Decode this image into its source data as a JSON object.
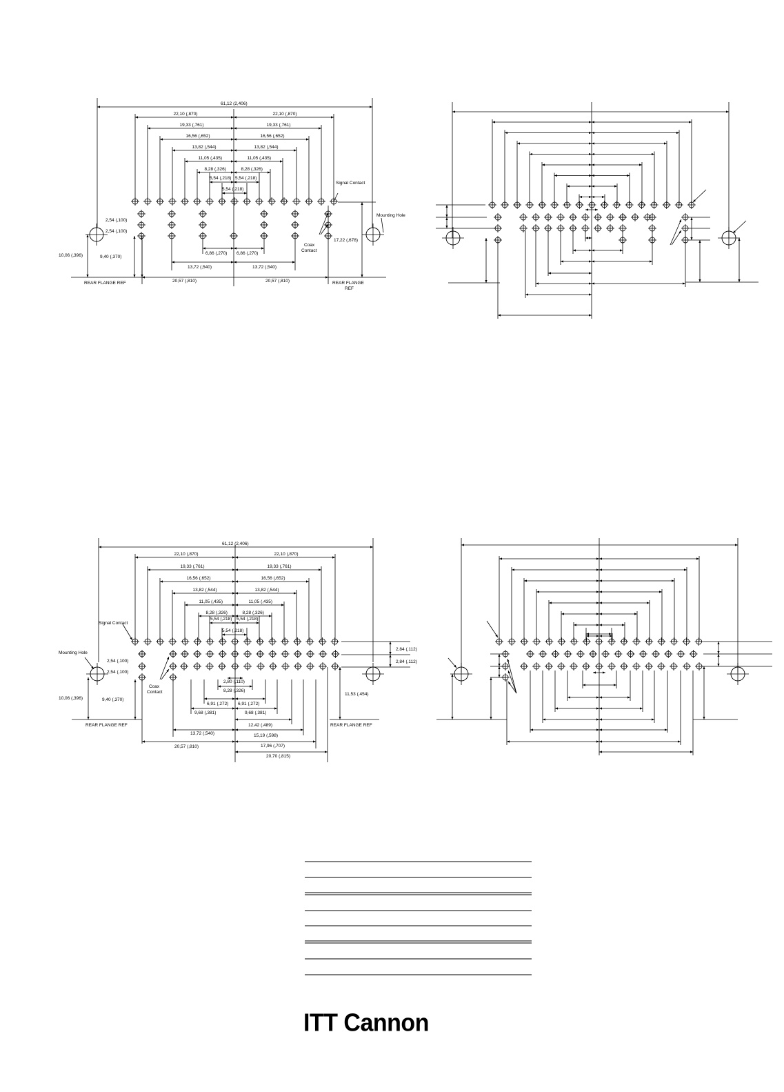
{
  "drawings": {
    "top_left": {
      "overall": "61,12 (2,406)",
      "half_dims": [
        "22,10 (,870)",
        "19,33 (,761)",
        "16,56 (,652)",
        "13,82 (,544)",
        "11,05 (,435)",
        "8,28 (,326)"
      ],
      "inner_pair": "5,54 (,218)",
      "center_dim": "5,54 (,218)",
      "signal_contact": "Signal Contact",
      "mounting_hole": "Mounting Hole",
      "row_pitch": "2,54 (,100)",
      "flange_to_hole": "10,06 (,396)",
      "flange_to_row": "9,40 (,370)",
      "height": "17,22 (,678)",
      "coax_contact": "Coax\nContact",
      "coax_dim": "6,86 (,270)",
      "coax_outer": "13,72 (,540)",
      "flange_span": "20,57 (,810)",
      "rear_flange_left": "REAR FLANGE REF",
      "rear_flange_right": "REAR FLANGE\nREF"
    },
    "bottom_left": {
      "overall": "61,12 (2,406)",
      "half_dims": [
        "22,10 (,870)",
        "19,33 (,761)",
        "16,56 (,652)",
        "13,82 (,544)",
        "11,05 (,435)",
        "8,28 (,326)"
      ],
      "inner_pair": "5,54 (,218)",
      "center_dim": "5,54 (,218)",
      "signal_contact": "Signal Contact",
      "mounting_hole": "Mounting Hole",
      "row_pitch": "2,54 (,100)",
      "row_pitch_right": "2,84 (,112)",
      "flange_to_hole": "10,06 (,396)",
      "flange_to_row": "9,40 (,370)",
      "height_right": "11,53 (,454)",
      "coax_contact": "Coax\nContact",
      "dim_280": "2,80 (,110)",
      "dim_828": "8,28 (,326)",
      "dim_691": "6,91 (,272)",
      "dim_968": "9,68 (,381)",
      "dim_1242": "12,42 (,489)",
      "dim_1372": "13,72 (,540)",
      "dim_1519": "15,19 (,598)",
      "dim_1796": "17,96 (,707)",
      "dim_2057": "20,57 (,810)",
      "dim_2070": "20,70 (,815)",
      "rear_flange_left": "REAR FLANGE REF",
      "rear_flange_right": "REAR FLANGE REF"
    }
  },
  "brand": "ITT Cannon"
}
